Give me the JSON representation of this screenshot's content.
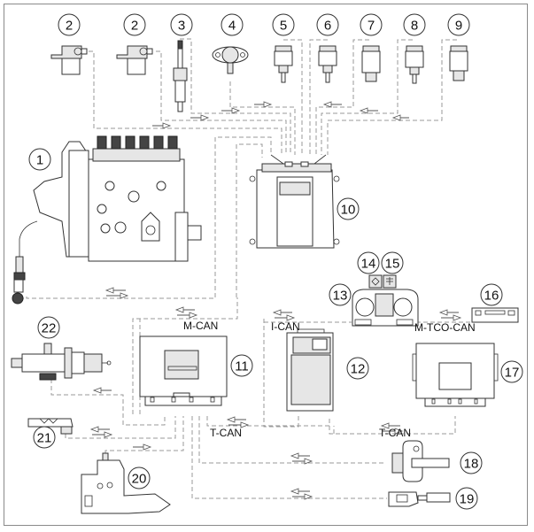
{
  "diagram": {
    "title": "",
    "colors": {
      "line": "#333333",
      "wire": "#9a9a9a",
      "frame": "#8a8a8a",
      "background": "#ffffff"
    },
    "components": [
      {
        "id": "1",
        "label": "1",
        "kind": "fuel-injection-pump"
      },
      {
        "id": "2a",
        "label": "2",
        "kind": "speed-sensor"
      },
      {
        "id": "2b",
        "label": "2",
        "kind": "speed-sensor"
      },
      {
        "id": "3",
        "label": "3",
        "kind": "glow-plug"
      },
      {
        "id": "4",
        "label": "4",
        "kind": "flange-sensor"
      },
      {
        "id": "5",
        "label": "5",
        "kind": "temperature-sensor"
      },
      {
        "id": "6",
        "label": "6",
        "kind": "temperature-sensor"
      },
      {
        "id": "7",
        "label": "7",
        "kind": "pressure-sensor"
      },
      {
        "id": "8",
        "label": "8",
        "kind": "temperature-sensor"
      },
      {
        "id": "9",
        "label": "9",
        "kind": "pressure-sensor"
      },
      {
        "id": "10",
        "label": "10",
        "kind": "engine-control-unit"
      },
      {
        "id": "11",
        "label": "11",
        "kind": "vehicle-control-unit"
      },
      {
        "id": "12",
        "label": "12",
        "kind": "control-unit"
      },
      {
        "id": "13",
        "label": "13",
        "kind": "instrument-cluster"
      },
      {
        "id": "14",
        "label": "14",
        "kind": "warning-lamp-engine"
      },
      {
        "id": "15",
        "label": "15",
        "kind": "warning-lamp-preheat"
      },
      {
        "id": "16",
        "label": "16",
        "kind": "tachograph"
      },
      {
        "id": "17",
        "label": "17",
        "kind": "control-unit"
      },
      {
        "id": "18",
        "label": "18",
        "kind": "steering-column-switch"
      },
      {
        "id": "19",
        "label": "19",
        "kind": "stalk-switch"
      },
      {
        "id": "20",
        "label": "20",
        "kind": "accelerator-pedal"
      },
      {
        "id": "21",
        "label": "21",
        "kind": "clutch-switch"
      },
      {
        "id": "22",
        "label": "22",
        "kind": "clutch-cylinder"
      }
    ],
    "buses": [
      {
        "id": "m-can",
        "label": "M-CAN"
      },
      {
        "id": "i-can",
        "label": "I-CAN"
      },
      {
        "id": "m-tco-can",
        "label": "M-TCO-CAN"
      },
      {
        "id": "t-can-left",
        "label": "T-CAN"
      },
      {
        "id": "t-can-right",
        "label": "T-CAN"
      }
    ]
  }
}
